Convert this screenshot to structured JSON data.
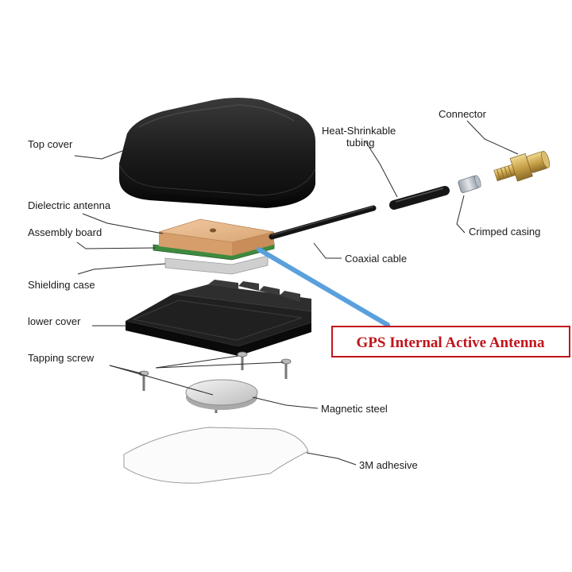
{
  "labels": {
    "top_cover": "Top cover",
    "dielectric_antenna": "Dielectric antenna",
    "assembly_board": "Assembly board",
    "shielding_case": "Shielding case",
    "lower_cover": "lower cover",
    "tapping_screw": "Tapping screw",
    "heat_shrink_line1": "Heat-Shrinkable",
    "heat_shrink_line2": "tubing",
    "connector": "Connector",
    "crimped_casing": "Crimped casing",
    "coaxial_cable": "Coaxial cable",
    "magnetic_steel": "Magnetic steel",
    "adhesive_3m": "3M adhesive"
  },
  "highlight": {
    "title": "GPS Internal Active Antenna"
  },
  "colors": {
    "cover_black": "#161616",
    "ceramic_patch": "#e8b98c",
    "pcb_green": "#3f8a3f",
    "shield_gray": "#c9c9c9",
    "pointer_blue": "#5aa0dd",
    "highlight_red": "#c0141c",
    "brass": "#cfae5e"
  }
}
